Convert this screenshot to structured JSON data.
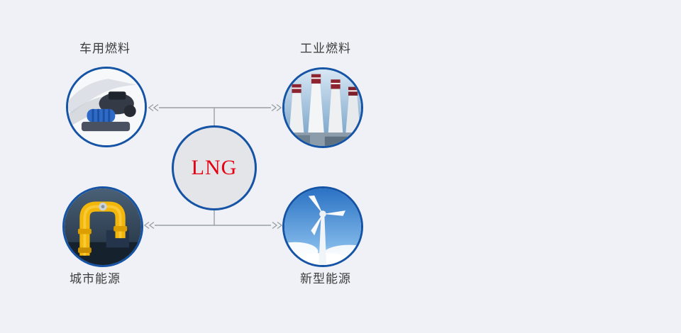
{
  "background_color": "#eff1f6",
  "diagram": {
    "center": {
      "label": "LNG",
      "text_color": "#e60012",
      "fill_color": "#e4e5e8",
      "border_color": "#1553a5"
    },
    "nodes": [
      {
        "label": "车用燃料",
        "icon": "car-engine-icon",
        "position": "top-left"
      },
      {
        "label": "工业燃料",
        "icon": "factory-chimneys-icon",
        "position": "top-right"
      },
      {
        "label": "城市能源",
        "icon": "gas-pipeline-icon",
        "position": "bottom-left"
      },
      {
        "label": "新型能源",
        "icon": "wind-turbine-icon",
        "position": "bottom-right"
      }
    ],
    "node_border_color": "#1553a5",
    "connector_color": "#9aa0a6",
    "connector_style": "double-arrow-both-ends"
  }
}
